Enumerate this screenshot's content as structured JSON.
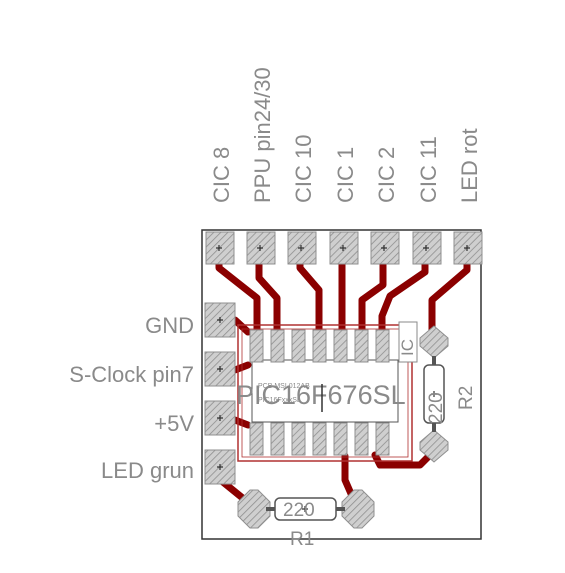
{
  "top_labels": [
    "CIC 8",
    "PPU pin24/30",
    "CIC 10",
    "CIC 1",
    "CIC 2",
    "CIC 11",
    "LED rot"
  ],
  "left_labels": [
    "GND",
    "S-Clock pin7",
    "+5V",
    "LED grun"
  ],
  "chip_label": "PIC16F676SL",
  "chip_small_top": "PCB MSL012AB",
  "chip_small_bottom": "PIC16FxxxSL",
  "ic_label": "IC",
  "r1": {
    "name": "R1",
    "value": "220"
  },
  "r2": {
    "name": "R2",
    "value": "220"
  },
  "colors": {
    "trace": "#8b0000",
    "pad_fill": "#c8c8c8",
    "pad_hatch": "#8f8f8f",
    "outline": "#333333",
    "silk": "#8a8a8a",
    "chip_outline": "#b03030"
  }
}
